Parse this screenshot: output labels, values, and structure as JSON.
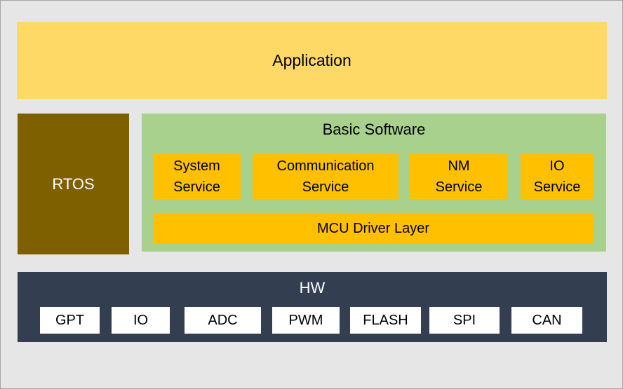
{
  "application": {
    "label": "Application"
  },
  "rtos": {
    "label": "RTOS"
  },
  "basic_software": {
    "title": "Basic Software",
    "services": [
      {
        "label": "System\nService"
      },
      {
        "label": "Communication\nService"
      },
      {
        "label": "NM\nService"
      },
      {
        "label": "IO\nService"
      }
    ],
    "driver_layer": {
      "label": "MCU Driver Layer"
    }
  },
  "hw": {
    "title": "HW",
    "items": [
      {
        "label": "GPT"
      },
      {
        "label": "IO"
      },
      {
        "label": "ADC"
      },
      {
        "label": "PWM"
      },
      {
        "label": "FLASH"
      },
      {
        "label": "SPI"
      },
      {
        "label": "CAN"
      }
    ]
  },
  "colors": {
    "background": "#e7e6e6",
    "application": "#ffd966",
    "rtos": "#7f6000",
    "basic_software": "#a9d18e",
    "service": "#ffc000",
    "hw": "#333f50",
    "hw_item": "#ffffff"
  }
}
